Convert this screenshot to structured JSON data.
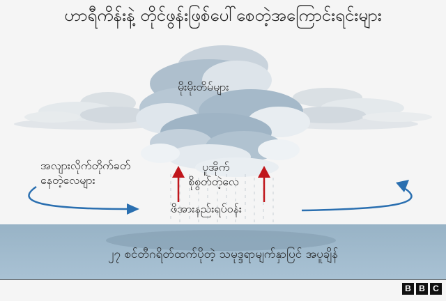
{
  "title": "ဟာရီကိန်းနဲ့ တိုင်ဖွန်းဖြစ်ပေါ်စေတဲ့အကြောင်းရင်းများ",
  "labels": {
    "clouds": "မိုးမိုးတိမ်များ",
    "trade_winds_line1": "အလျားလိုက်တိုက်ခတ်",
    "trade_winds_line2": "နေတဲ့လေများ",
    "rising_air_line1": "ပူအိုက်",
    "rising_air_line2": "စိုစွတ်တဲ့လေ",
    "low_pressure": "ဖိအားနည်းရပ်ဝန်း",
    "sea_temp": "၂၇ စင်တီဂရိတ်ထက်ပိုတဲ့ သမုဒ္ဒရာမျက်နှာပြင် အပူချိန်"
  },
  "logo": {
    "letters": [
      "B",
      "B",
      "C"
    ]
  },
  "colors": {
    "background": "#f5f5f5",
    "sea": "#9fb9cc",
    "cloud_dark": "#9fb4c6",
    "cloud_light": "#e6ebef",
    "arrow_blue": "#2a6fb0",
    "arrow_red": "#c0161c"
  }
}
